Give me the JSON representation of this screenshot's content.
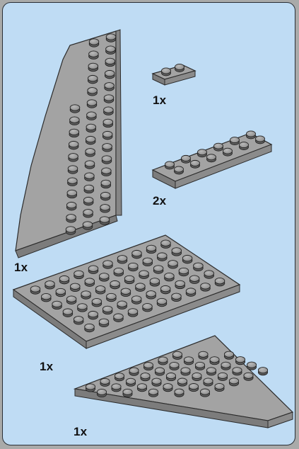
{
  "panel": {
    "background": "#bfdcf4",
    "border_color": "#2a2f36",
    "part_color": "#9b9b9b"
  },
  "parts": [
    {
      "id": "tall-wedge-plate",
      "quantity": "1x"
    },
    {
      "id": "plate-1x2",
      "quantity": "1x"
    },
    {
      "id": "plate-2x6",
      "quantity": "2x"
    },
    {
      "id": "plate-6x10",
      "quantity": "1x"
    },
    {
      "id": "wedge-plate-triangular",
      "quantity": "1x"
    }
  ]
}
